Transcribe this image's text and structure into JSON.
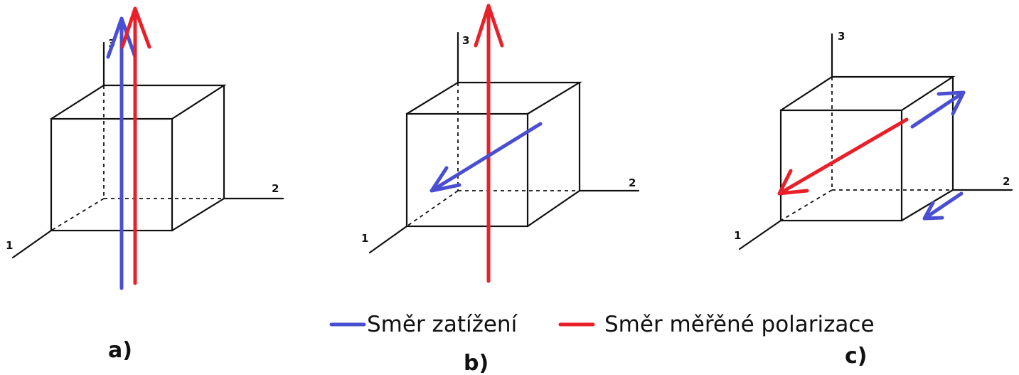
{
  "colors": {
    "load": "#4a4fd1",
    "polarization": "#e8202a",
    "lines": "#111111"
  },
  "axis_labels": {
    "x1": "1",
    "x2": "2",
    "x3": "3"
  },
  "panels": [
    {
      "label": "a)"
    },
    {
      "label": "b)"
    },
    {
      "label": "c)"
    }
  ],
  "legend": {
    "load": "Směr zatížení",
    "polarization": "Směr měřěné polarizace"
  }
}
